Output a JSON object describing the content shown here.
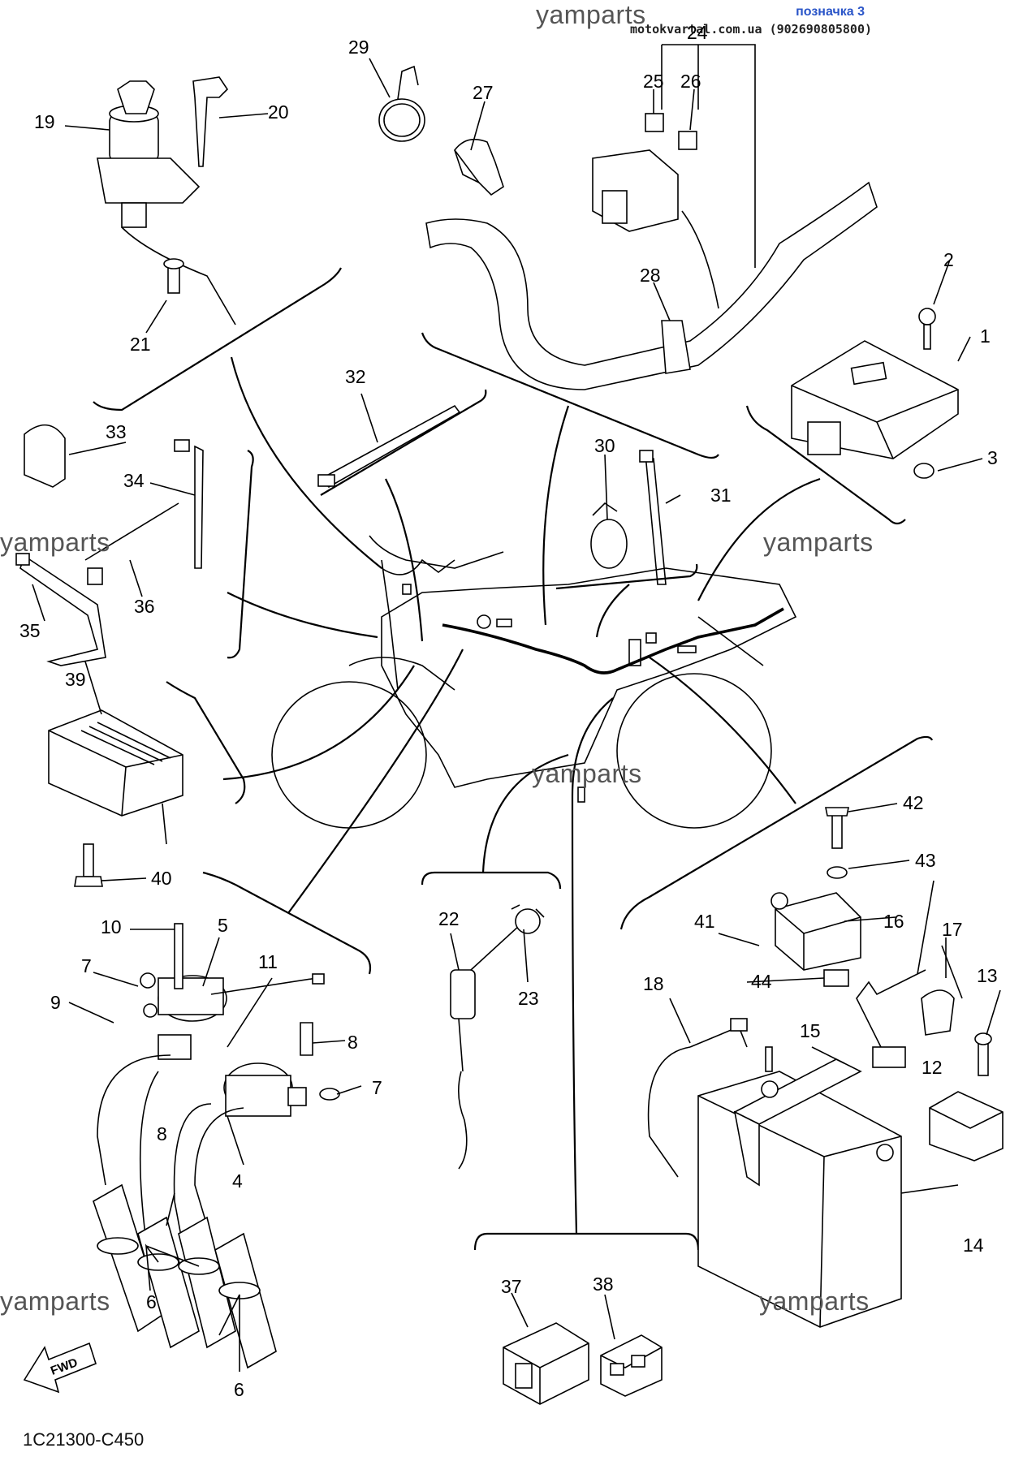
{
  "header": {
    "title": "позначка 3",
    "site": "motokvartal.com.ua (902690805800)"
  },
  "watermarks": [
    "yamparts",
    "yamparts",
    "yamparts",
    "yamparts",
    "yamparts",
    "yamparts"
  ],
  "diagram_code": "1C21300-C450",
  "fwd_label": "FWD",
  "callouts": {
    "c1": "1",
    "c2": "2",
    "c3": "3",
    "c4": "4",
    "c5": "5",
    "c6a": "6",
    "c6b": "6",
    "c7a": "7",
    "c7b": "7",
    "c8a": "8",
    "c8b": "8",
    "c9": "9",
    "c10": "10",
    "c11": "11",
    "c12": "12",
    "c13": "13",
    "c14": "14",
    "c15": "15",
    "c16": "16",
    "c17": "17",
    "c18": "18",
    "c19": "19",
    "c20": "20",
    "c21": "21",
    "c22": "22",
    "c23": "23",
    "c24": "24",
    "c25": "25",
    "c26": "26",
    "c27": "27",
    "c28": "28",
    "c29": "29",
    "c30": "30",
    "c31": "31",
    "c32": "32",
    "c33": "33",
    "c34": "34",
    "c35": "35",
    "c36": "36",
    "c37": "37",
    "c38": "38",
    "c39": "39",
    "c40": "40",
    "c41": "41",
    "c42": "42",
    "c43": "43",
    "c44": "44"
  },
  "colors": {
    "header_title": "#2a55c8",
    "ink": "#000000",
    "watermark": "#555555"
  }
}
